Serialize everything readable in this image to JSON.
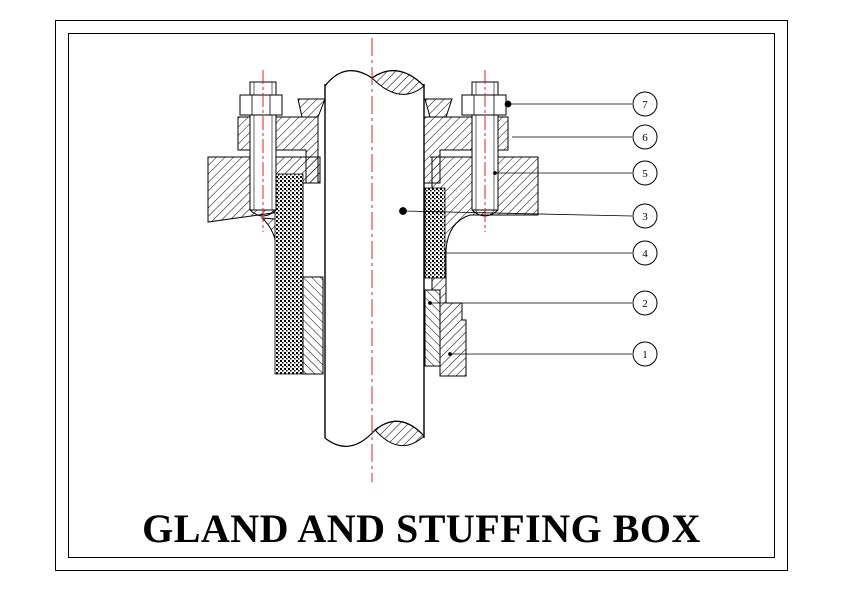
{
  "title": "GLAND AND STUFFING BOX",
  "callouts": [
    {
      "id": "7",
      "label": "7"
    },
    {
      "id": "6",
      "label": "6"
    },
    {
      "id": "5",
      "label": "5"
    },
    {
      "id": "3",
      "label": "3"
    },
    {
      "id": "4",
      "label": "4"
    },
    {
      "id": "2",
      "label": "2"
    },
    {
      "id": "1",
      "label": "1"
    }
  ],
  "colors": {
    "line": "#000000",
    "centerline": "#e0202a",
    "background": "#ffffff"
  }
}
